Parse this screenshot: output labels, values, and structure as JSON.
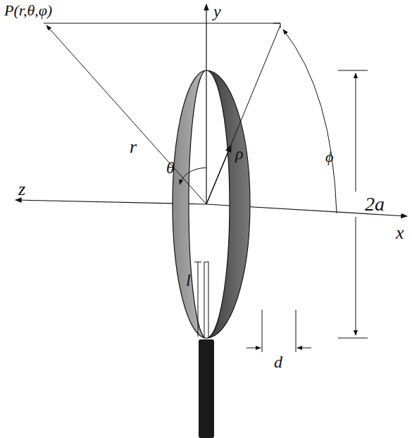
{
  "diagram": {
    "labels": [
      "P(r,θ,φ)",
      "y",
      "r",
      "θ",
      "ρ",
      "ϕ",
      "2a",
      "z",
      "x",
      "l",
      "d"
    ]
  }
}
